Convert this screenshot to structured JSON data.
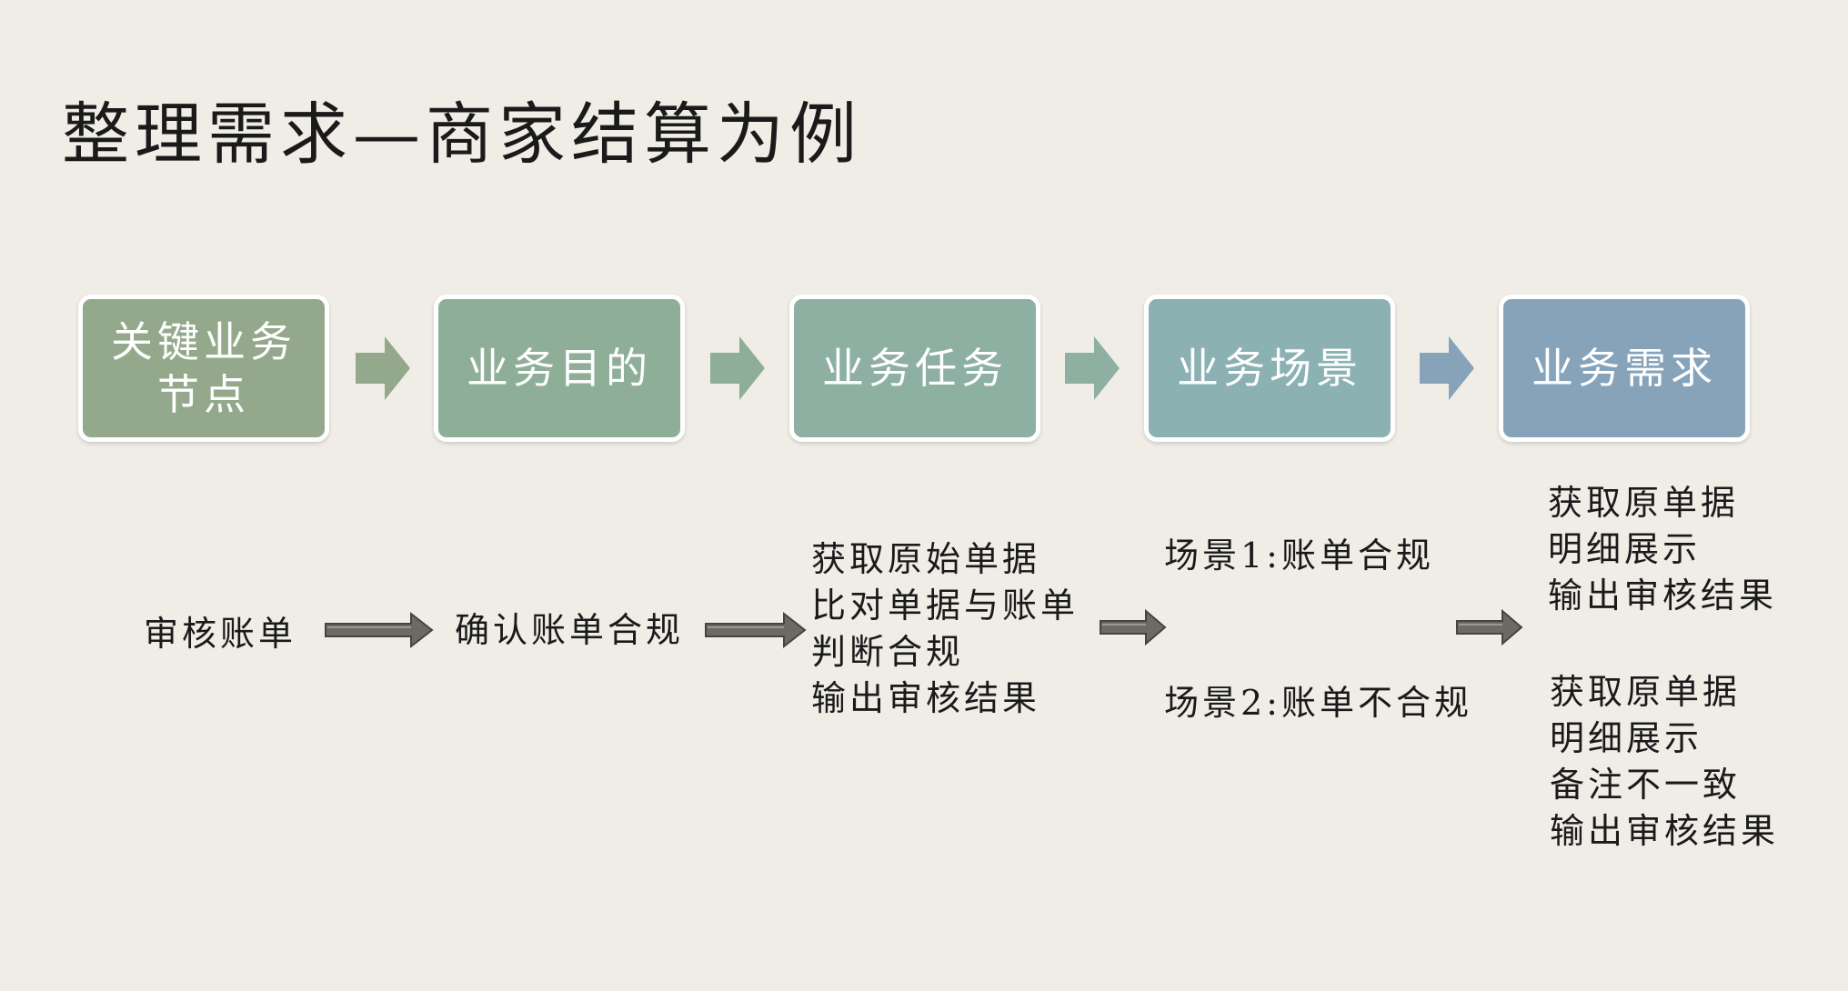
{
  "title": "整理需求—商家结算为例",
  "stages": [
    {
      "label": "关键业务节点",
      "color": "#94a98c"
    },
    {
      "label": "业务目的",
      "color": "#8fae97"
    },
    {
      "label": "业务任务",
      "color": "#8db0a3"
    },
    {
      "label": "业务场景",
      "color": "#8bb1b3"
    },
    {
      "label": "业务需求",
      "color": "#86a3b9"
    }
  ],
  "chevron_colors": [
    "#94a98c",
    "#8fae97",
    "#8db0a3",
    "#86a3b9"
  ],
  "flow": {
    "node": "审核账单",
    "purpose": "确认账单合规",
    "tasks": [
      "获取原始单据",
      "比对单据与账单",
      "判断合规",
      "输出审核结果"
    ],
    "scenarios": [
      "场景1:账单合规",
      "场景2:账单不合规"
    ],
    "requirements_1": [
      "获取原单据",
      "明细展示",
      "输出审核结果"
    ],
    "requirements_2": [
      "获取原单据",
      "明细展示",
      "备注不一致",
      "输出审核结果"
    ]
  }
}
